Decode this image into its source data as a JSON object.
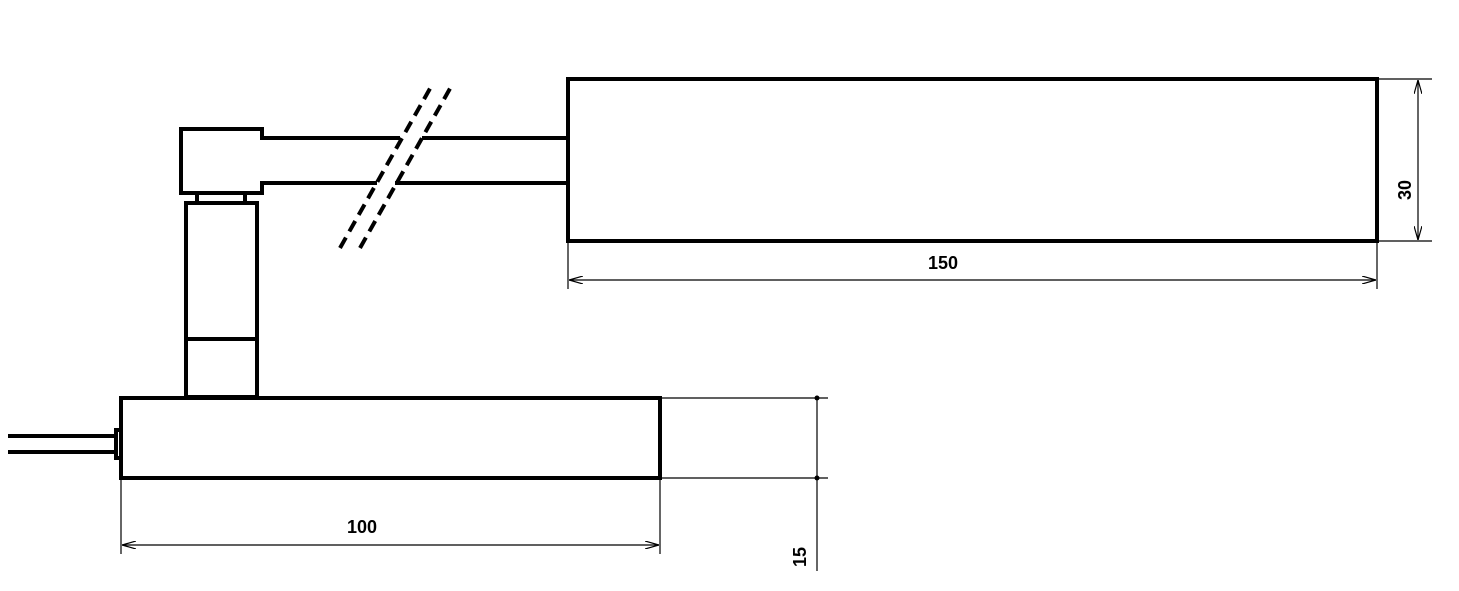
{
  "dimensions": {
    "sensor_length": "150",
    "sensor_height": "30",
    "base_length": "100",
    "base_height": "15"
  }
}
